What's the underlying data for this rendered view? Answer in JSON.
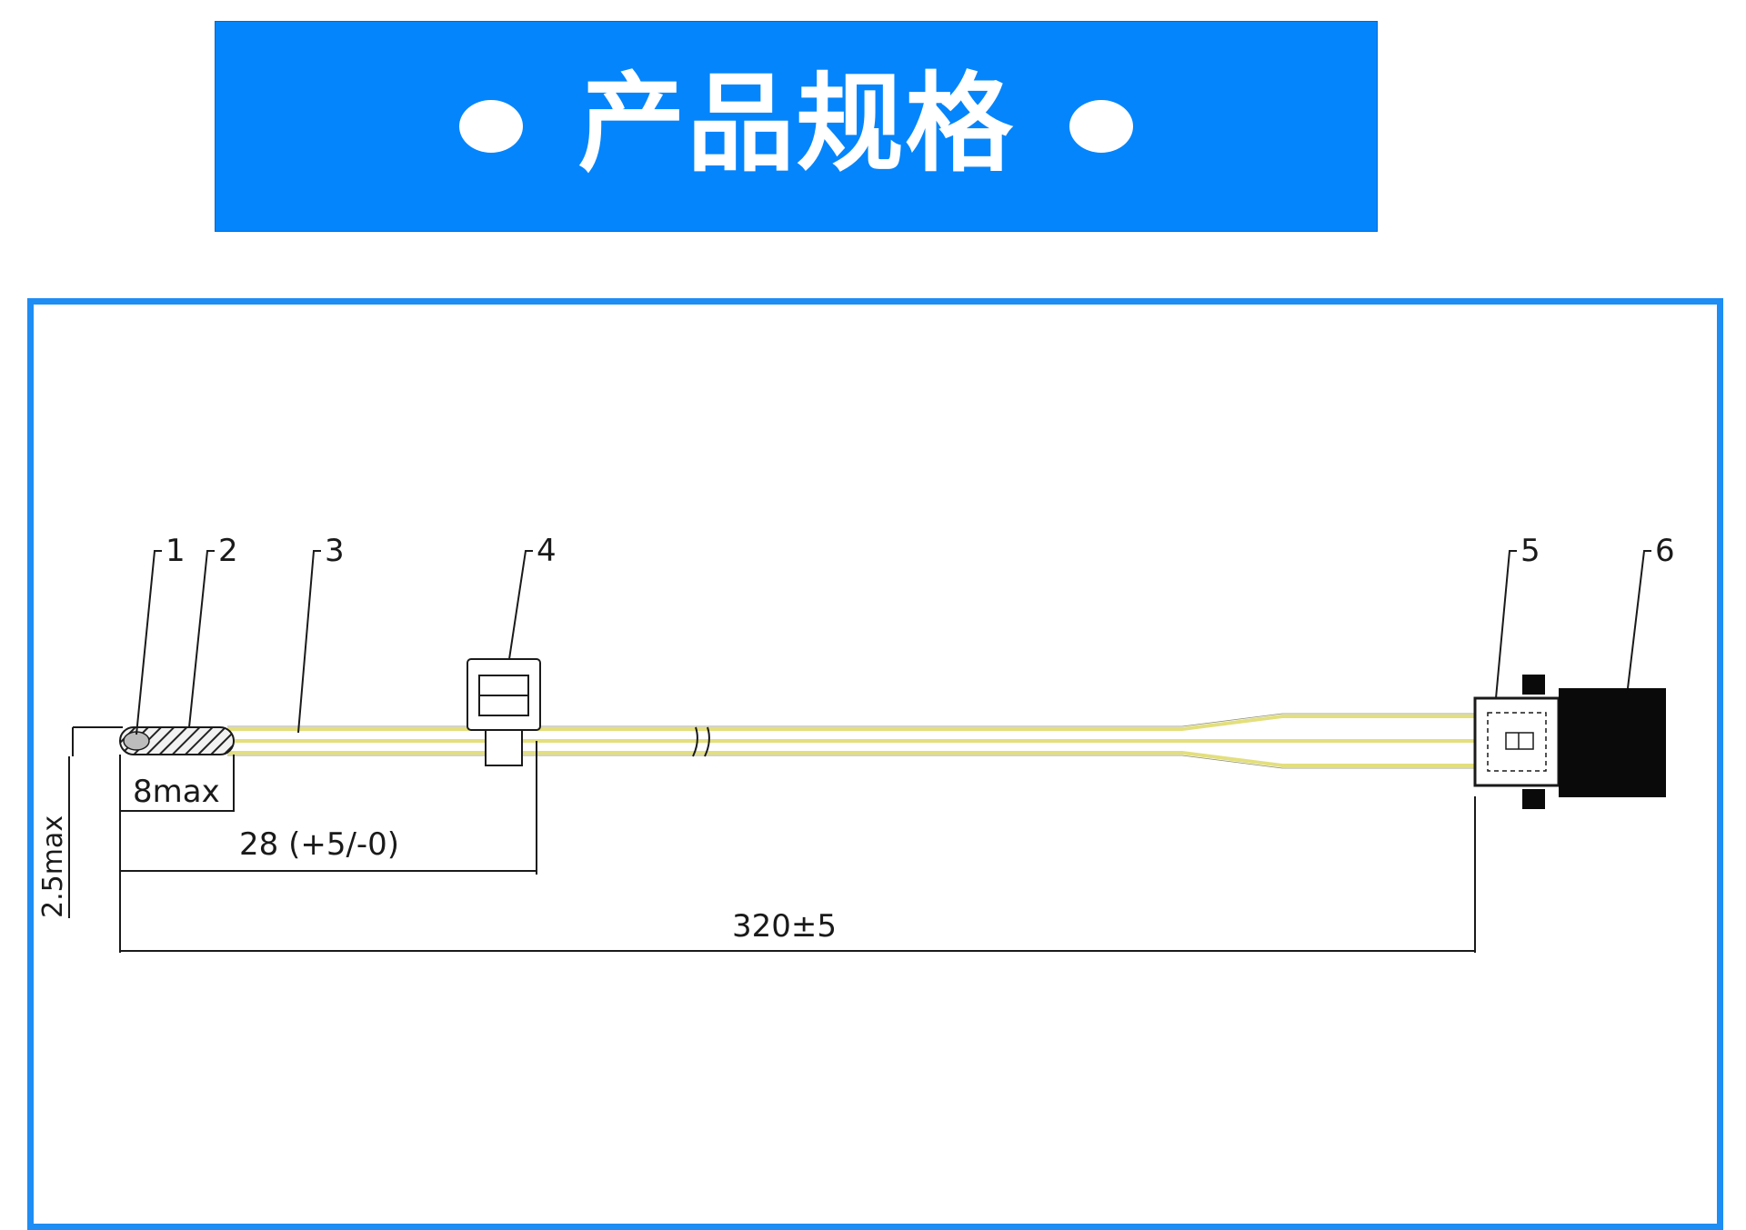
{
  "banner": {
    "title": "产品规格",
    "background": "#0485fb"
  },
  "frame": {
    "border_color": "#1e8df4"
  },
  "callouts": [
    "1",
    "2",
    "3",
    "4",
    "5",
    "6"
  ],
  "dimensions": {
    "probe_length": "8max",
    "clip_distance": "28 (+5/-0)",
    "total_length": "320±5",
    "diameter": "2.5max"
  },
  "colors": {
    "wire": "#e3df7d",
    "line": "#1a1a1a",
    "connector": "#0a0a0a"
  }
}
